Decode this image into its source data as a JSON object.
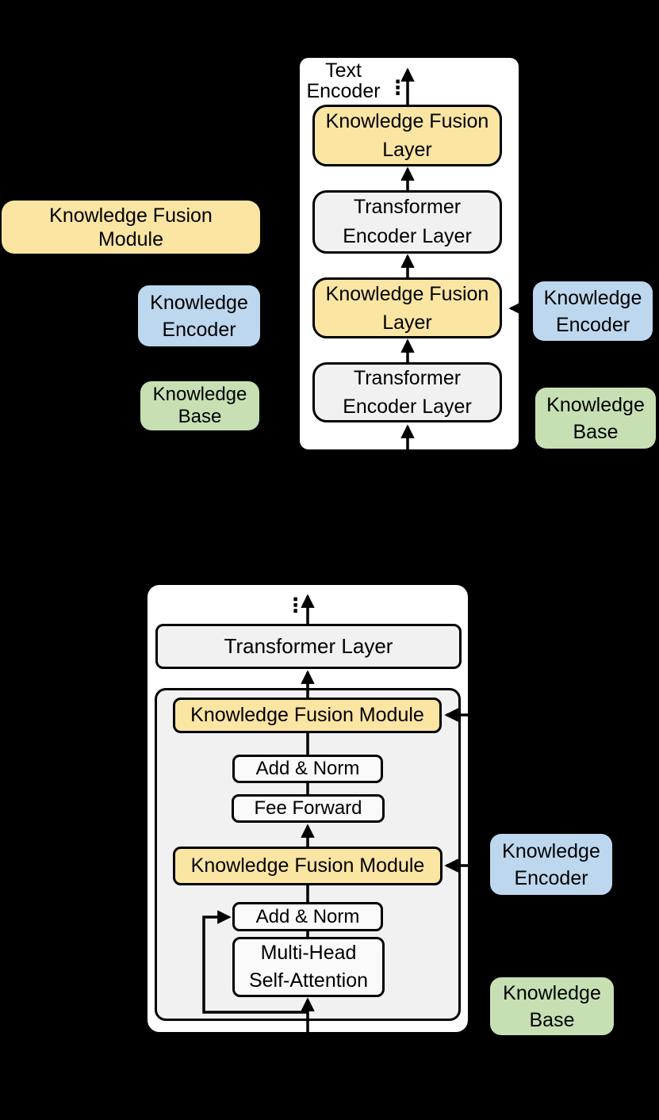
{
  "figure": {
    "colors": {
      "yellow": "#FBE5A3",
      "blue": "#BDD7EE",
      "green": "#C6E0B4",
      "gray": "#F1F1F1",
      "box_white": "#FAFAFA",
      "panel": "#FFFFFF",
      "line": "#000000",
      "background": "#000000"
    },
    "top_diagram": {
      "title": "Text\nEncoder",
      "dots": "⋮",
      "layers": [
        {
          "label": "Knowledge Fusion\nLayer",
          "type": "knowledge-fusion-layer"
        },
        {
          "label": "Transformer\nEncoder Layer",
          "type": "transformer-encoder-layer"
        },
        {
          "label": "Knowledge Fusion\nLayer",
          "type": "knowledge-fusion-layer"
        },
        {
          "label": "Transformer\nEncoder Layer",
          "type": "transformer-encoder-layer"
        }
      ]
    },
    "bottom_diagram": {
      "dots": "⋮",
      "top_layer": "Transformer Layer",
      "blocks": [
        {
          "label": "Knowledge Fusion Module",
          "type": "knowledge-fusion-module"
        },
        {
          "label": "Add & Norm",
          "type": "add-norm"
        },
        {
          "label": "Fee Forward",
          "type": "feed-forward"
        },
        {
          "label": "Knowledge Fusion Module",
          "type": "knowledge-fusion-module"
        },
        {
          "label": "Add & Norm",
          "type": "add-norm"
        },
        {
          "label": "Multi-Head\nSelf-Attention",
          "type": "multi-head-self-attention"
        }
      ]
    },
    "legend": {
      "left": [
        {
          "label": "Knowledge Fusion\nModule",
          "color": "yellow"
        },
        {
          "label": "Knowledge\nEncoder",
          "color": "blue"
        },
        {
          "label": "Knowledge\nBase",
          "color": "green"
        }
      ],
      "right_top": [
        {
          "label": "Knowledge\nEncoder",
          "color": "blue"
        },
        {
          "label": "Knowledge\nBase",
          "color": "green"
        }
      ],
      "right_bottom": [
        {
          "label": "Knowledge\nEncoder",
          "color": "blue"
        },
        {
          "label": "Knowledge\nBase",
          "color": "green"
        }
      ]
    }
  }
}
